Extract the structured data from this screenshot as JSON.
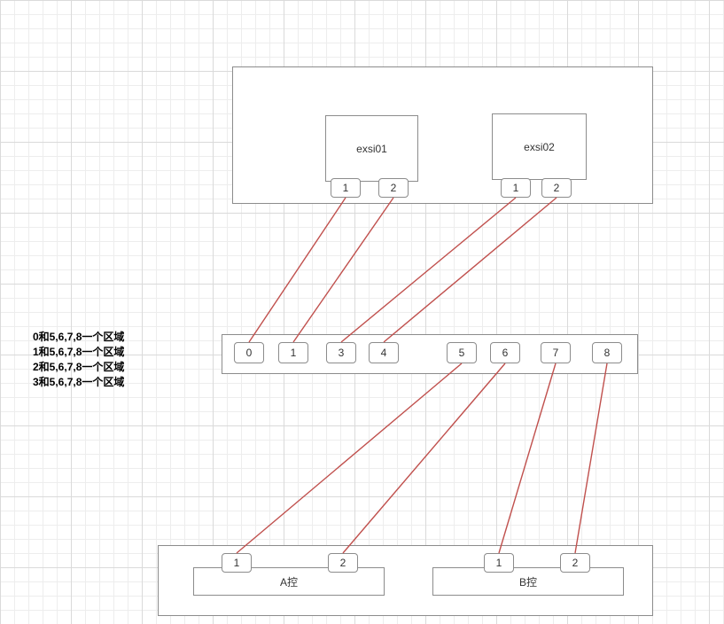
{
  "hosts_group": {
    "hosts": [
      {
        "name": "exsi01",
        "ports": [
          "1",
          "2"
        ]
      },
      {
        "name": "exsi02",
        "ports": [
          "1",
          "2"
        ]
      }
    ]
  },
  "switch": {
    "ports": [
      "0",
      "1",
      "3",
      "4",
      "5",
      "6",
      "7",
      "8"
    ]
  },
  "controllers_group": {
    "controllers": [
      {
        "name": "A控",
        "ports": [
          "1",
          "2"
        ]
      },
      {
        "name": "B控",
        "ports": [
          "1",
          "2"
        ]
      }
    ]
  },
  "notes": [
    "0和5,6,7,8一个区域",
    "1和5,6,7,8一个区域",
    "2和5,6,7,8一个区域",
    "3和5,6,7,8一个区域"
  ],
  "connections": [
    {
      "from": "exsi01-port-1",
      "to": "switch-port-0"
    },
    {
      "from": "exsi01-port-2",
      "to": "switch-port-1"
    },
    {
      "from": "exsi02-port-1",
      "to": "switch-port-3"
    },
    {
      "from": "exsi02-port-2",
      "to": "switch-port-4"
    },
    {
      "from": "switch-port-5",
      "to": "controller-a-port-1"
    },
    {
      "from": "switch-port-6",
      "to": "controller-a-port-2"
    },
    {
      "from": "switch-port-7",
      "to": "controller-b-port-1"
    },
    {
      "from": "switch-port-8",
      "to": "controller-b-port-2"
    }
  ],
  "colors": {
    "connector": "#c0504d",
    "shape_border": "#8c8c8c"
  }
}
